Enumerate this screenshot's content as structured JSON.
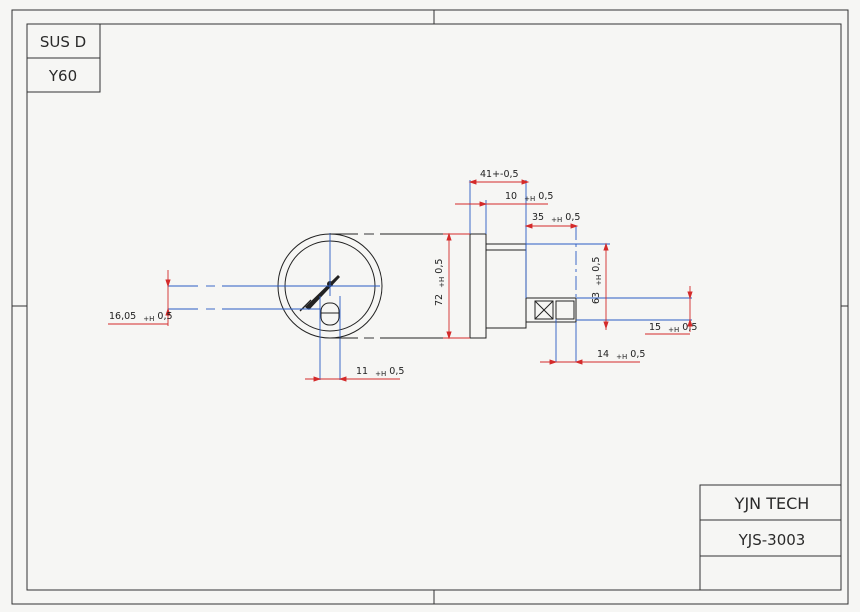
{
  "corner_table": {
    "material": "SUS D",
    "size": "Y60"
  },
  "title_block": {
    "company": "YJN TECH",
    "model": "YJS-3003",
    "extra": ""
  },
  "dimensions": {
    "d_41": "41+-0,5",
    "d_10_main": "10",
    "d_10_tol": "0,5",
    "d_35_main": "35",
    "d_35_tol": "0,5",
    "d_72_main": "72",
    "d_72_tol": "0,5",
    "d_63_main": "63",
    "d_63_tol": "0,5",
    "d_15_main": "15",
    "d_15_tol": "0,5",
    "d_14_main": "14",
    "d_14_tol": "0,5",
    "d_11_main": "11",
    "d_11_tol": "0,5",
    "d_16_main": "16,05",
    "d_16_tol": "0,5",
    "tol_prefix": "+H"
  },
  "colors": {
    "line": "#222222",
    "centerline": "#2b5cc4",
    "dimension": "#d42a2a"
  }
}
